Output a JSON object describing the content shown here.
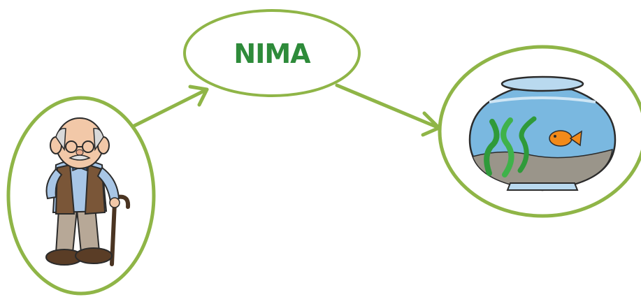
{
  "diagram": {
    "center_node": {
      "label": "NIMA",
      "text_color": "#2e8b3a"
    },
    "left_node": {
      "image": "old-man-with-cane"
    },
    "right_node": {
      "image": "fishbowl-with-goldfish"
    },
    "edges": [
      {
        "from": "left_node",
        "to": "center_node"
      },
      {
        "from": "center_node",
        "to": "right_node"
      }
    ],
    "colors": {
      "outline": "#8fb547",
      "arrow": "#8fb547"
    }
  }
}
